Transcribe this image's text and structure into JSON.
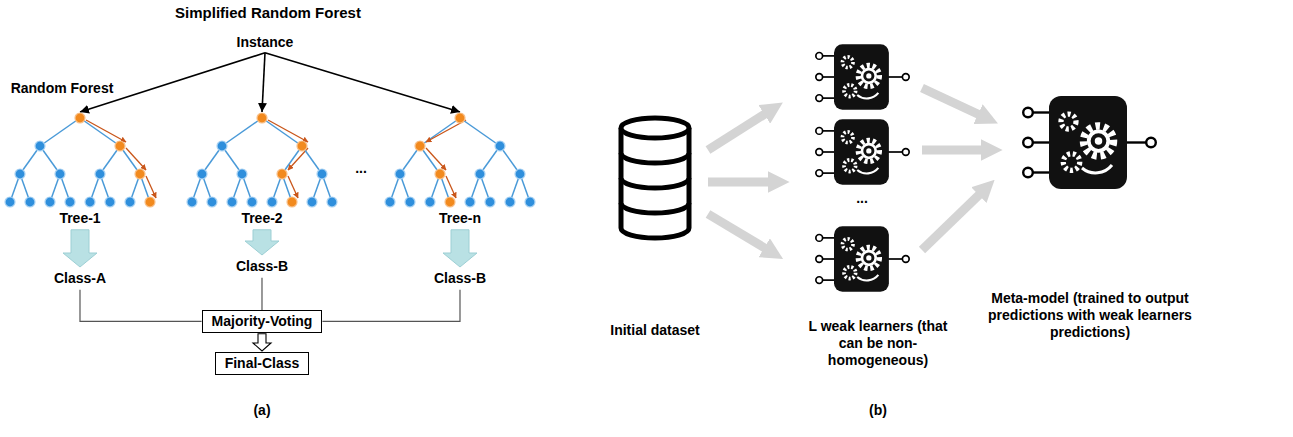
{
  "diagram": {
    "title": "Simplified Random Forest",
    "nodes": [
      {
        "text": [
          "Instance"
        ]
      },
      {
        "text": [
          "Tree-1"
        ]
      },
      {
        "text": [
          "Tree-2"
        ]
      },
      {
        "text": [
          "Tree-n"
        ]
      },
      {
        "text": [
          "Class-A"
        ]
      },
      {
        "text": [
          "Class-B"
        ]
      },
      {
        "text": [
          "Class-B"
        ]
      },
      {
        "text": [
          "Majority-Voting"
        ]
      },
      {
        "text": [
          "Final-Class"
        ]
      }
    ],
    "edges": [
      {
        "from": 0,
        "to": 1,
        "arrow": "to"
      },
      {
        "from": 0,
        "to": 2,
        "arrow": "to"
      },
      {
        "from": 0,
        "to": 3,
        "arrow": "to"
      },
      {
        "from": 1,
        "to": 4,
        "arrow": "to"
      },
      {
        "from": 2,
        "to": 5,
        "arrow": "to"
      },
      {
        "from": 3,
        "to": 6,
        "arrow": "to"
      },
      {
        "from": 4,
        "to": 7,
        "arrow": "none"
      },
      {
        "from": 5,
        "to": 7,
        "arrow": "none"
      },
      {
        "from": 6,
        "to": 7,
        "arrow": "none"
      },
      {
        "from": 7,
        "to": 8,
        "arrow": "to"
      }
    ],
    "labels": [
      "Random Forest",
      "...",
      "(a)",
      "Initial dataset",
      "L weak learners (that can be non-homogeneous)",
      "...",
      "Meta-model (trained to output predictions with weak learners predictions)",
      "(b)"
    ]
  }
}
